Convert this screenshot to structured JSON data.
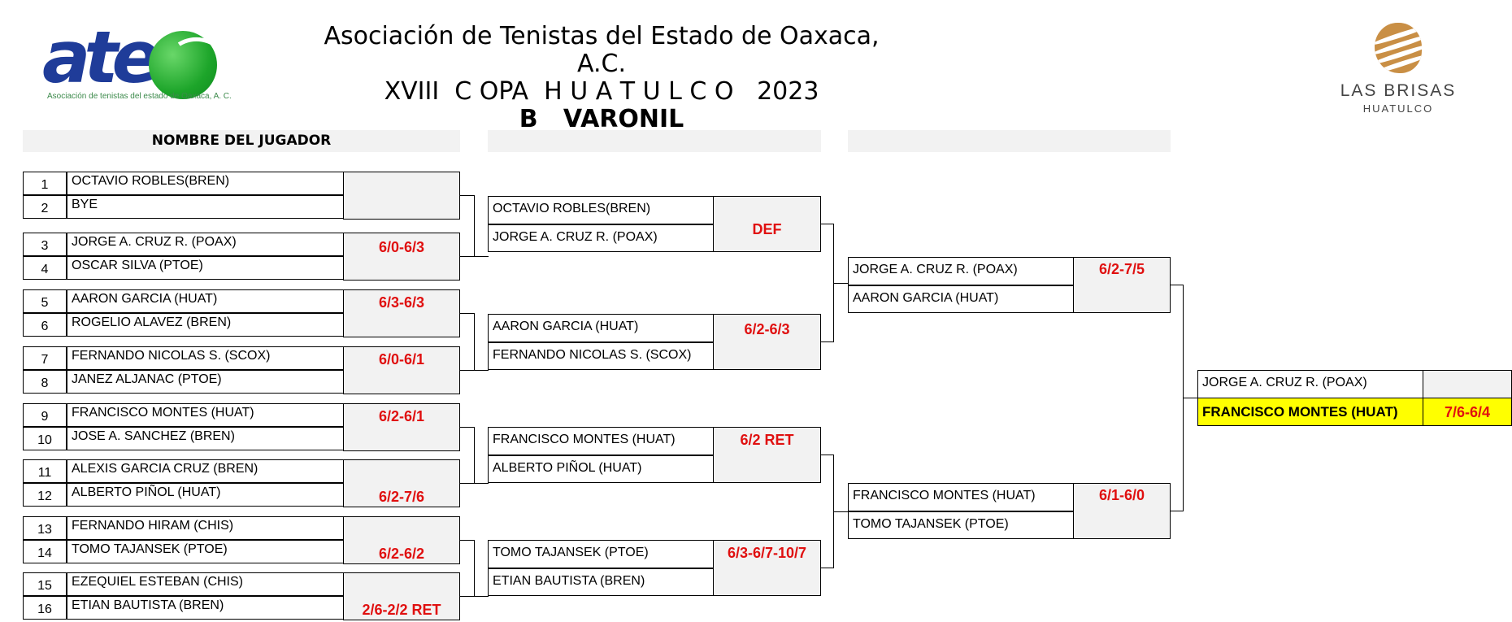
{
  "header": {
    "org_logo_text": "atec",
    "org_logo_sub": "Asociación de tenistas del estado de Oaxaca, A. C.",
    "title_line1": "Asociación de Tenistas del Estado de Oaxaca, A.C.",
    "title_line2": "XVIII  C OPA  H U A T U L C O   2023",
    "title_line3": "B   VARONIL",
    "sponsor_name": "LAS BRISAS",
    "sponsor_sub": "HUATULCO"
  },
  "columns": {
    "round1_header": "NOMBRE DEL JUGADOR",
    "round2_header": "",
    "round3_header": ""
  },
  "round1": {
    "players": [
      {
        "num": "1",
        "name": "OCTAVIO ROBLES(BREN)"
      },
      {
        "num": "2",
        "name": "BYE"
      },
      {
        "num": "3",
        "name": "JORGE A. CRUZ R. (POAX)"
      },
      {
        "num": "4",
        "name": "OSCAR SILVA  (PTOE)"
      },
      {
        "num": "5",
        "name": "AARON GARCIA  (HUAT)"
      },
      {
        "num": "6",
        "name": "ROGELIO ALAVEZ (BREN)"
      },
      {
        "num": "7",
        "name": "FERNANDO NICOLAS S.  (SCOX)"
      },
      {
        "num": "8",
        "name": "JANEZ ALJANAC  (PTOE)"
      },
      {
        "num": "9",
        "name": "FRANCISCO MONTES  (HUAT)"
      },
      {
        "num": "10",
        "name": "JOSE A. SANCHEZ (BREN)"
      },
      {
        "num": "11",
        "name": "ALEXIS GARCIA CRUZ (BREN)"
      },
      {
        "num": "12",
        "name": "ALBERTO PIÑOL  (HUAT)"
      },
      {
        "num": "13",
        "name": "FERNANDO HIRAM (CHIS)"
      },
      {
        "num": "14",
        "name": "TOMO TAJANSEK (PTOE)"
      },
      {
        "num": "15",
        "name": "EZEQUIEL ESTEBAN (CHIS)"
      },
      {
        "num": "16",
        "name": "ETIAN BAUTISTA (BREN)"
      }
    ],
    "scores": [
      "",
      "6/0-6/3",
      "6/3-6/3",
      "6/0-6/1",
      "6/2-6/1",
      "6/2-7/6",
      "6/2-6/2",
      "2/6-2/2 RET"
    ]
  },
  "round2": {
    "matches": [
      {
        "top": "OCTAVIO ROBLES(BREN)",
        "bottom": "JORGE A. CRUZ R. (POAX)",
        "score": "DEF"
      },
      {
        "top": "AARON GARCIA  (HUAT)",
        "bottom": "FERNANDO NICOLAS S.  (SCOX)",
        "score": "6/2-6/3"
      },
      {
        "top": "FRANCISCO MONTES  (HUAT)",
        "bottom": "ALBERTO PIÑOL  (HUAT)",
        "score": "6/2 RET"
      },
      {
        "top": "TOMO TAJANSEK (PTOE)",
        "bottom": "ETIAN BAUTISTA (BREN)",
        "score": "6/3-6/7-10/7"
      }
    ]
  },
  "round3": {
    "matches": [
      {
        "top": "JORGE A. CRUZ R. (POAX)",
        "bottom": "AARON GARCIA  (HUAT)",
        "score": "6/2-7/5"
      },
      {
        "top": "FRANCISCO MONTES  (HUAT)",
        "bottom": "TOMO TAJANSEK (PTOE)",
        "score": "6/1-6/0"
      }
    ]
  },
  "final": {
    "top": "JORGE A. CRUZ R. (POAX)",
    "bottom": "FRANCISCO MONTES  (HUAT)",
    "score": "7/6-6/4"
  },
  "colors": {
    "score_red": "#e01010",
    "winner_highlight": "#ffff00",
    "cell_grey": "#f2f2f2",
    "atec_blue": "#1f3c99",
    "atec_green": "#1da52a",
    "brisas_gold": "#c98f45"
  }
}
